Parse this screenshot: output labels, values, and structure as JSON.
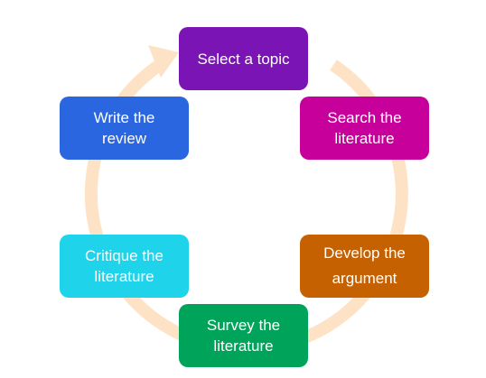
{
  "steps": [
    {
      "label": "Select a topic"
    },
    {
      "label": "Search the\nliterature"
    },
    {
      "label": "Develop the\nargument"
    },
    {
      "label": "Survey the\nliterature"
    },
    {
      "label": "Critique the\nliterature"
    },
    {
      "label": "Write the\nreview"
    }
  ],
  "colors": {
    "cycle_arrow": "#fde2c6",
    "select": "#7b14b4",
    "search": "#c8009b",
    "develop": "#c56100",
    "survey": "#00a35a",
    "critique": "#1ed3ea",
    "write": "#2a66e0"
  }
}
